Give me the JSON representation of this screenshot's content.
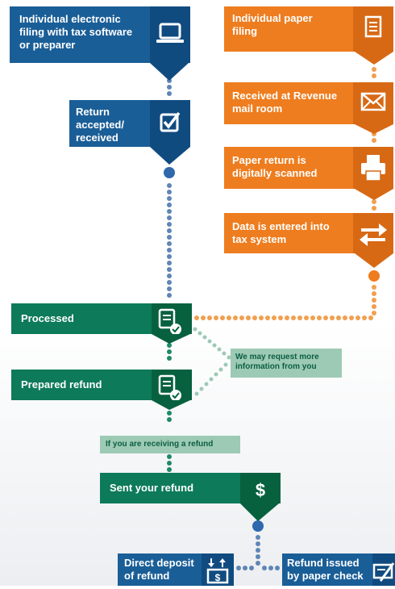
{
  "electronic": {
    "filing": "Individual electronic filing with tax software or preparer",
    "accepted": "Return accepted/ received"
  },
  "paper": {
    "filing": "Individual paper filing",
    "mailroom": "Received at Revenue mail room",
    "scanned": "Paper return is digitally scanned",
    "entered": "Data is entered into tax system"
  },
  "process": {
    "processed": "Processed",
    "prepared": "Prepared refund",
    "request_note": "We may request more information from you",
    "receiving_note": "If you are receiving a refund",
    "sent": "Sent your refund"
  },
  "outcome": {
    "direct_deposit": "Direct deposit of refund",
    "paper_check": "Refund issued by paper check"
  },
  "colors": {
    "blue": "#1a5e97",
    "orange": "#ee7d1f",
    "green": "#0d7a59",
    "light_green": "#9dcab5"
  }
}
